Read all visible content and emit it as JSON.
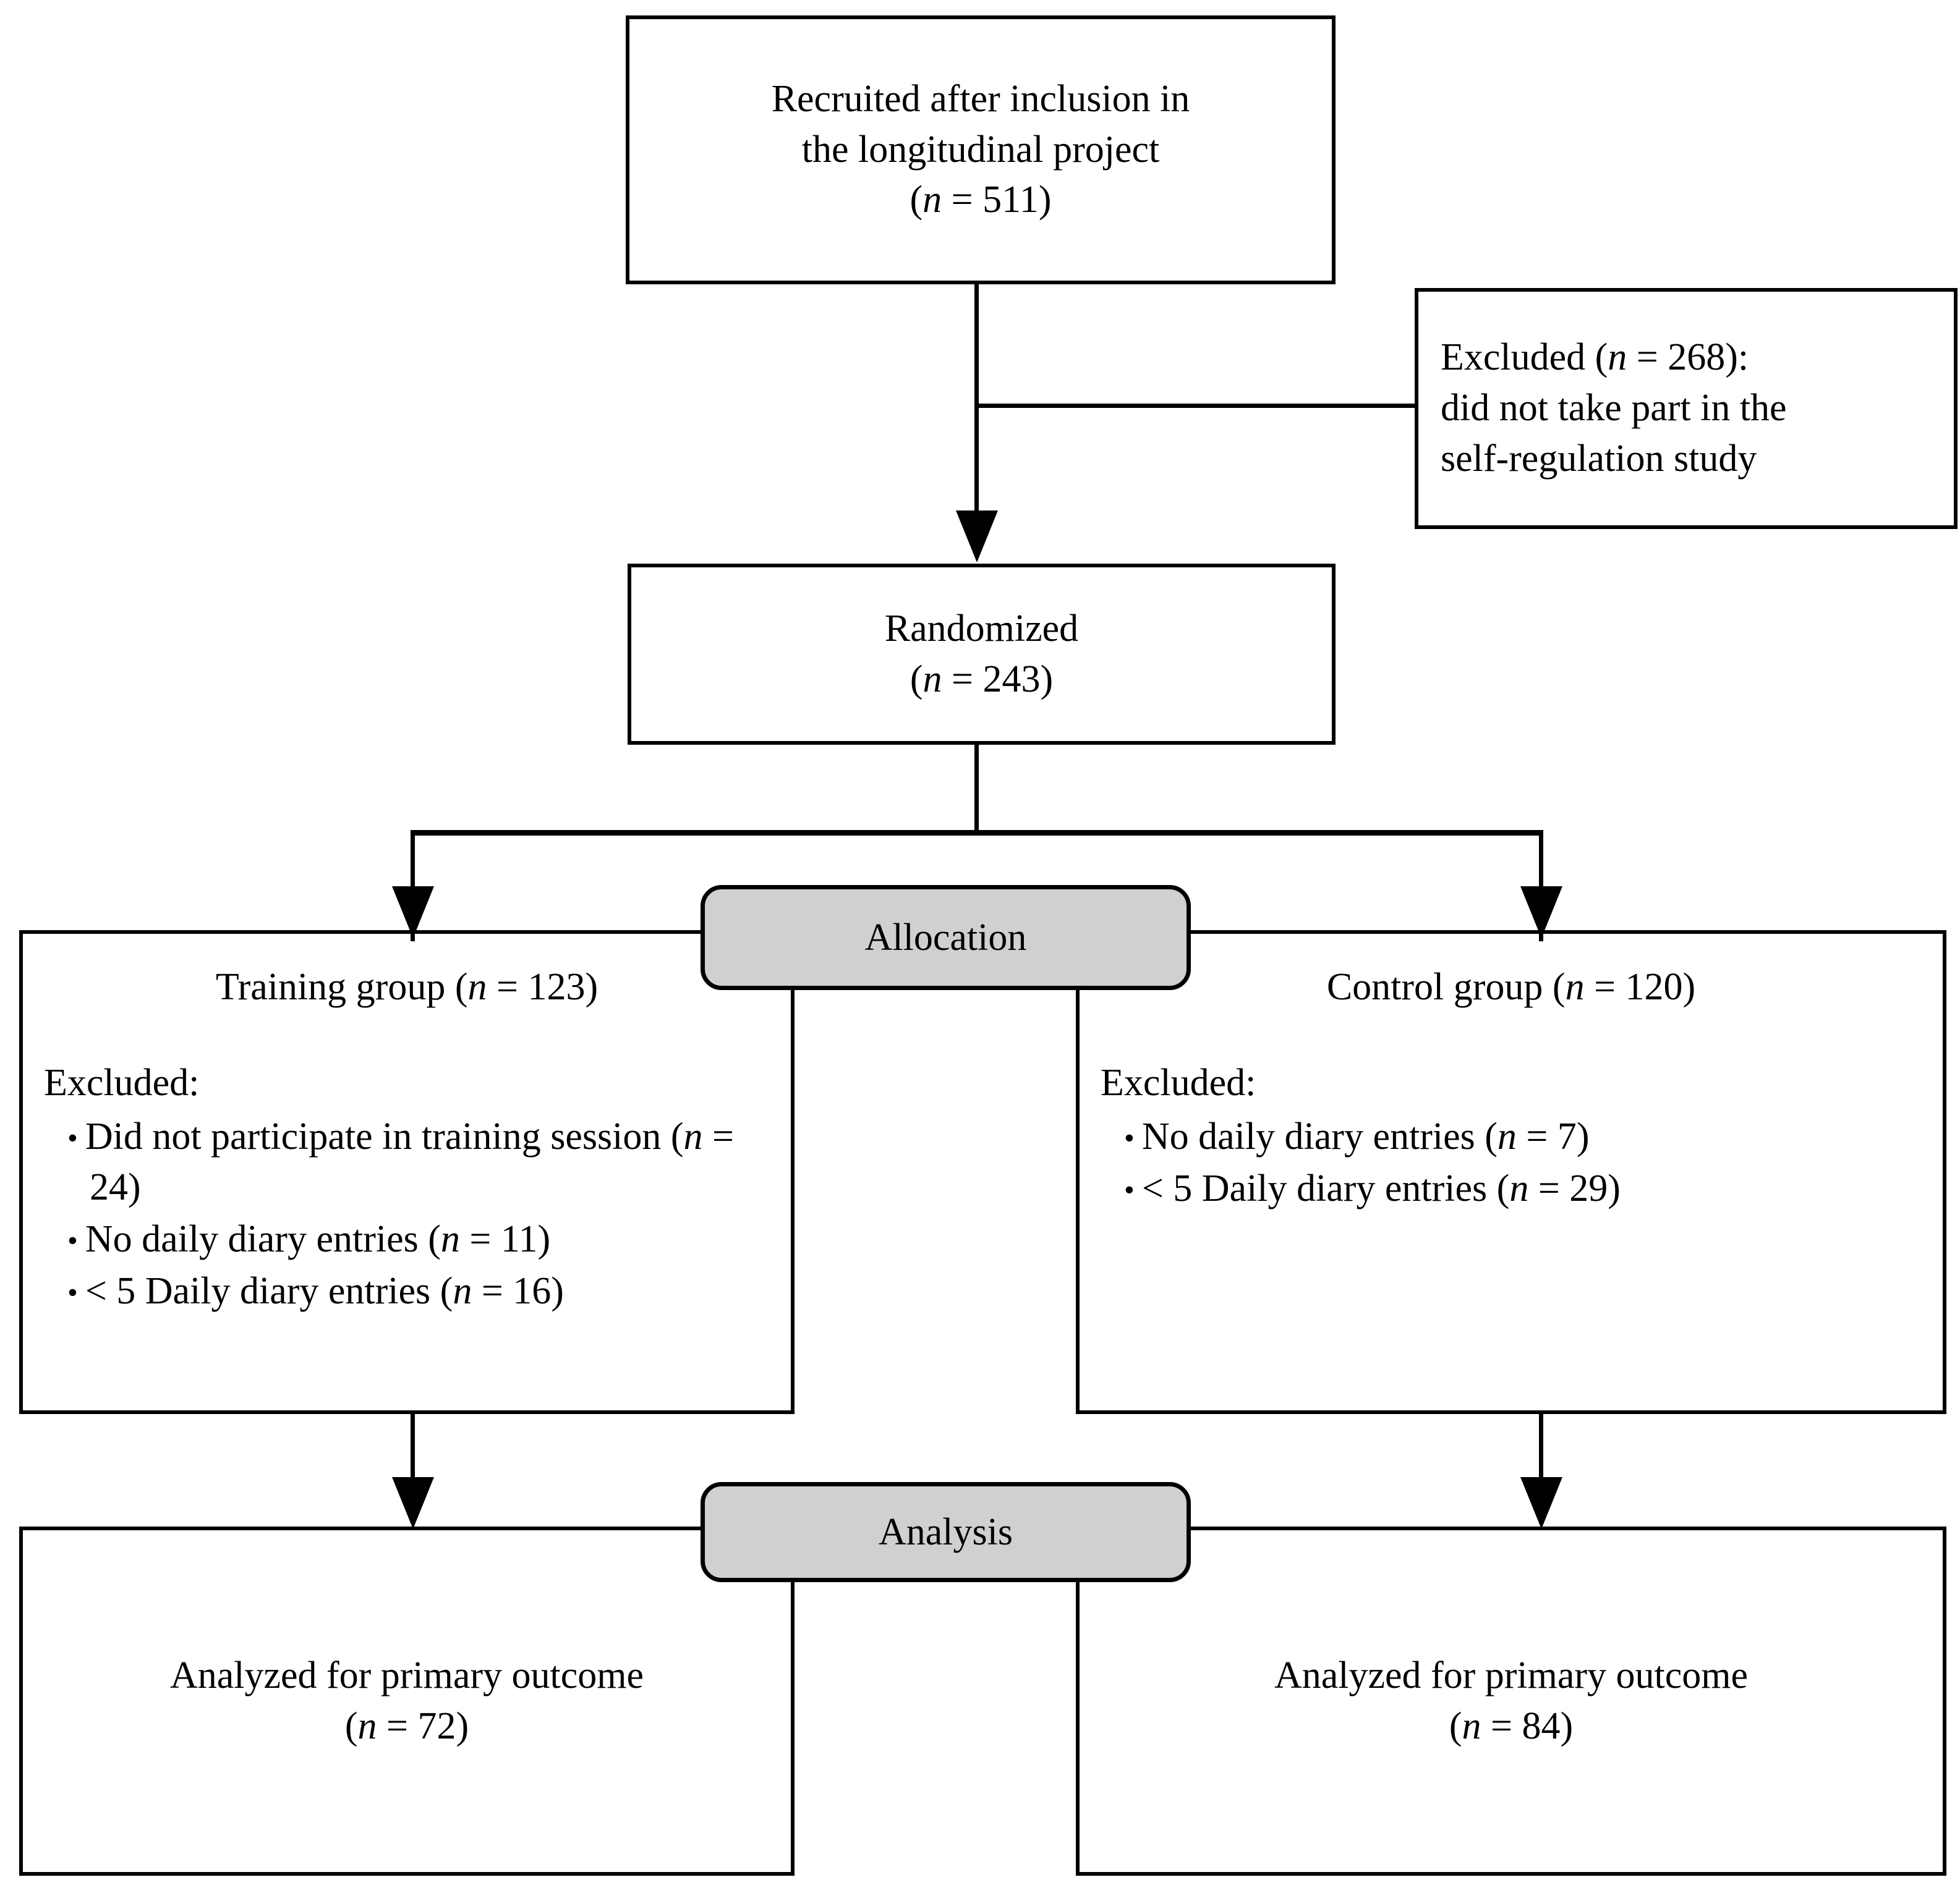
{
  "diagram": {
    "type": "consort-flow-diagram",
    "colors": {
      "stroke": "#000000",
      "badge_fill": "#d1d0ce",
      "box_fill": "#ffffff"
    },
    "nodes": {
      "recruited": {
        "line1": "Recruited after inclusion in",
        "line2": "the longitudinal project",
        "line3": "(n = 511)",
        "n": 511
      },
      "excluded_top": {
        "line1": "Excluded (n = 268):",
        "line2": "did not take part in the",
        "line3": "self-regulation study",
        "n": 268
      },
      "randomized": {
        "line1": "Randomized",
        "line2": "(n = 243)",
        "n": 243
      },
      "allocation_badge": {
        "label": "Allocation"
      },
      "analysis_badge": {
        "label": "Analysis"
      },
      "training_group": {
        "title": "Training group (n = 123)",
        "n": 123,
        "excluded_heading": "Excluded:",
        "excluded_items": [
          "Did not participate in training session (n = 24)",
          "No daily diary entries (n = 11)",
          "< 5 Daily diary entries (n = 16)"
        ]
      },
      "control_group": {
        "title": "Control group (n = 120)",
        "n": 120,
        "excluded_heading": "Excluded:",
        "excluded_items": [
          "No daily diary entries (n = 7)",
          "< 5 Daily diary entries (n = 29)"
        ]
      },
      "analyzed_left": {
        "line1": "Analyzed for primary outcome",
        "line2": "(n = 72)",
        "n": 72
      },
      "analyzed_right": {
        "line1": "Analyzed for primary outcome",
        "line2": "(n = 84)",
        "n": 84
      }
    }
  }
}
